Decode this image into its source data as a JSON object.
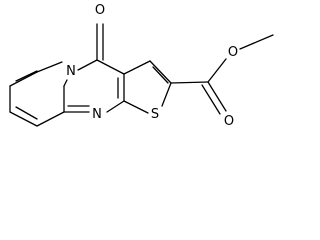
{
  "structure": {
    "atoms": {
      "carbonyl_oxygen": "O",
      "ring_nitrogen_top": "N",
      "ring_nitrogen_bottom": "N",
      "sulfur": "S",
      "ester_carbonyl_oxygen": "O",
      "ester_ether_oxygen": "O"
    }
  },
  "colors": {
    "bond": "#000000",
    "label": "#000000",
    "background": "#ffffff"
  }
}
